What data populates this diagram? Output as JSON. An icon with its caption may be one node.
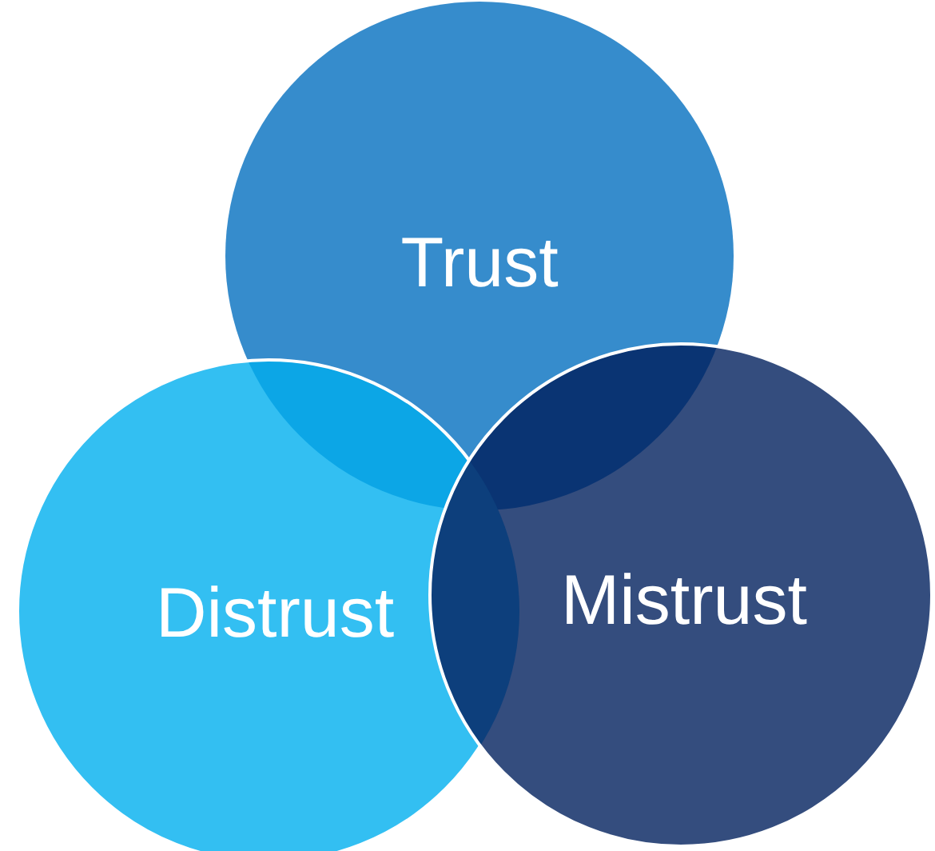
{
  "diagram": {
    "nodes": [
      {
        "text": [
          "Trust"
        ]
      },
      {
        "text": [
          "Distrust"
        ]
      },
      {
        "text": [
          "Mistrust"
        ]
      }
    ]
  }
}
